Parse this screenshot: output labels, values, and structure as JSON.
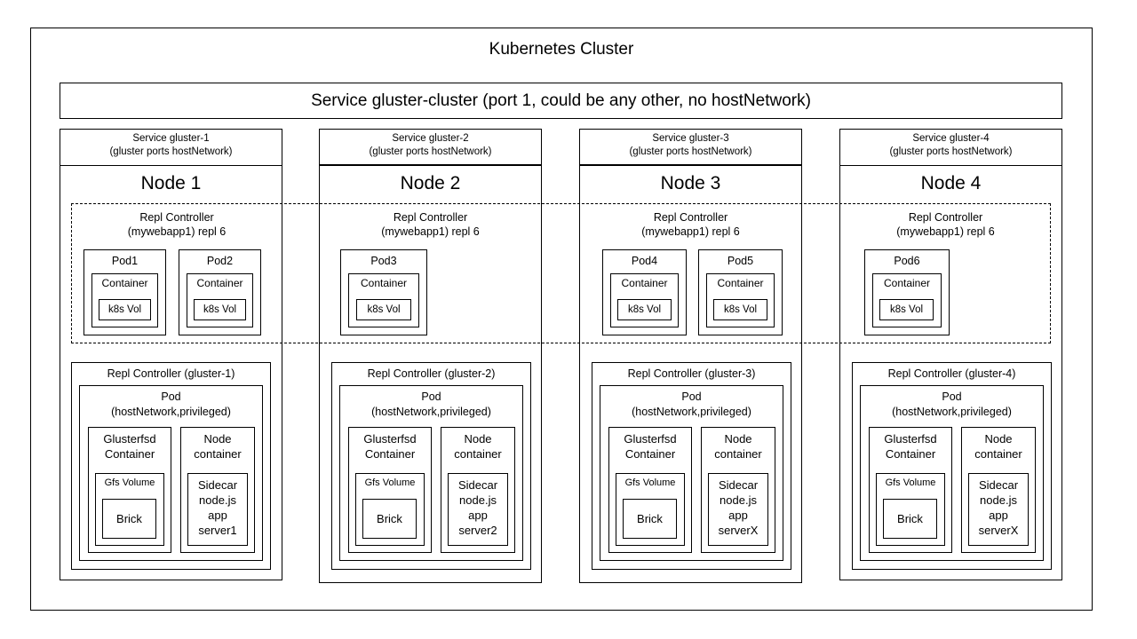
{
  "cluster": {
    "title": "Kubernetes Cluster",
    "service_banner": "Service gluster-cluster (port 1, could be any other, no hostNetwork)"
  },
  "webapp_rc": {
    "line1": "Repl Controller",
    "line2": "(mywebapp1) repl 6"
  },
  "labels": {
    "container": "Container",
    "k8s_vol": "k8s Vol",
    "pod": "Pod",
    "pod_attrs": "(hostNetwork,privileged)",
    "glusterfsd_l1": "Glusterfsd",
    "glusterfsd_l2": "Container",
    "gfs_volume": "Gfs Volume",
    "brick": "Brick",
    "node_container_l1": "Node",
    "node_container_l2": "container",
    "sidecar_l1": "Sidecar",
    "sidecar_l2": "node.js",
    "sidecar_l3": "app"
  },
  "nodes": [
    {
      "service_line1": "Service gluster-1",
      "service_line2": "(gluster ports hostNetwork)",
      "title": "Node 1",
      "webapp_rc_line1": "Repl Controller",
      "webapp_rc_line2": "(mywebapp1) repl 6",
      "pods": [
        "Pod1",
        "Pod2"
      ],
      "gluster_rc": "Repl Controller (gluster-1)",
      "sidecar_server": "server1"
    },
    {
      "service_line1": "Service gluster-2",
      "service_line2": "(gluster ports hostNetwork)",
      "title": "Node 2",
      "webapp_rc_line1": "Repl Controller",
      "webapp_rc_line2": "(mywebapp1) repl 6",
      "pods": [
        "Pod3"
      ],
      "gluster_rc": "Repl Controller (gluster-2)",
      "sidecar_server": "server2"
    },
    {
      "service_line1": "Service gluster-3",
      "service_line2": "(gluster ports hostNetwork)",
      "title": "Node 3",
      "webapp_rc_line1": "Repl Controller",
      "webapp_rc_line2": "(mywebapp1) repl 6",
      "pods": [
        "Pod4",
        "Pod5"
      ],
      "gluster_rc": "Repl Controller (gluster-3)",
      "sidecar_server": "serverX"
    },
    {
      "service_line1": "Service gluster-4",
      "service_line2": "(gluster ports hostNetwork)",
      "title": "Node 4",
      "webapp_rc_line1": "Repl Controller",
      "webapp_rc_line2": "(mywebapp1) repl 6",
      "pods": [
        "Pod6"
      ],
      "gluster_rc": "Repl Controller (gluster-4)",
      "sidecar_server": "serverX"
    }
  ]
}
